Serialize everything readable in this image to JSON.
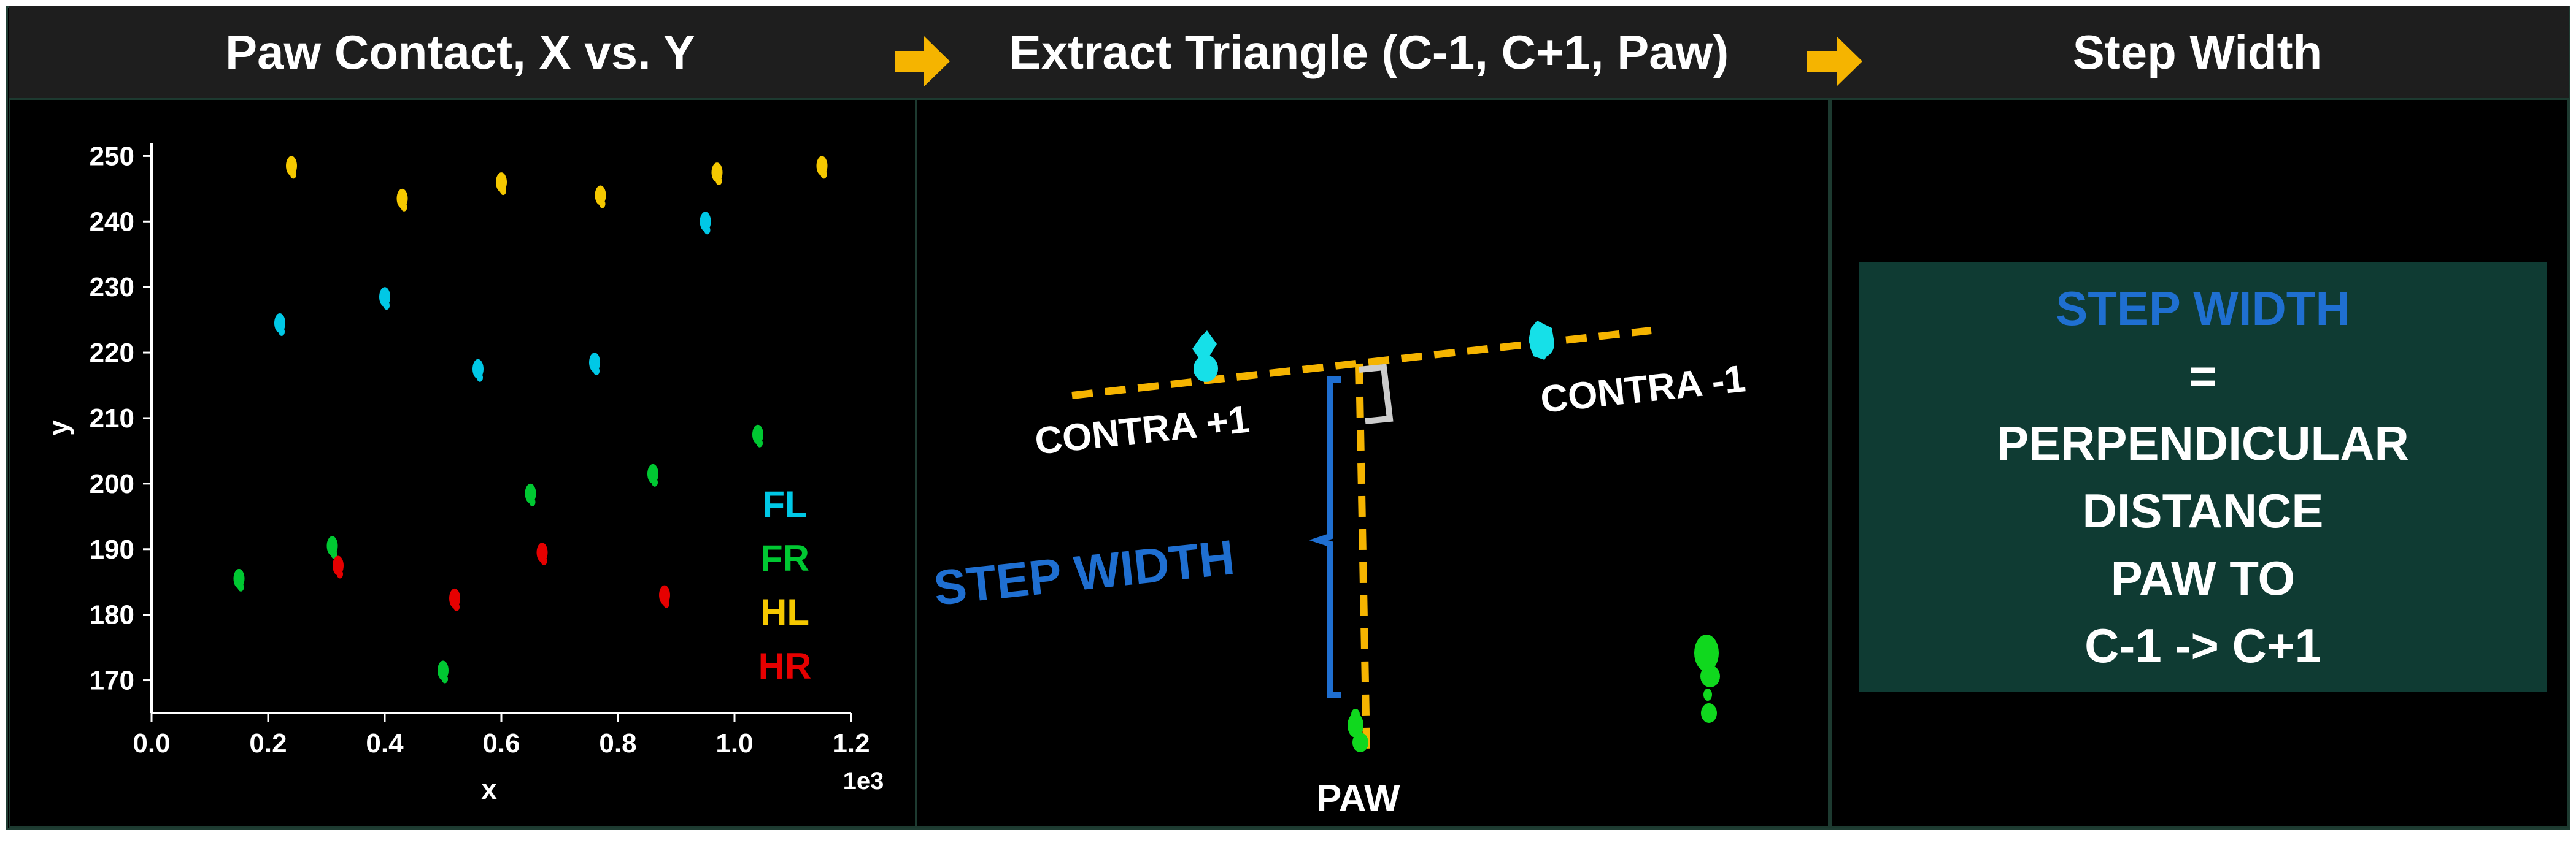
{
  "headers": {
    "panel1": "Paw Contact, X vs. Y",
    "panel2": "Extract Triangle (C-1, C+1, Paw)",
    "panel3": "Step Width"
  },
  "arrow_color": "#f5b400",
  "chart_data": {
    "type": "scatter",
    "title": "",
    "xlabel": "x",
    "ylabel": "y",
    "x_unit_note": "1e3",
    "xlim": [
      0.0,
      1.2
    ],
    "ylim": [
      165,
      252
    ],
    "xticks": [
      "0.0",
      "0.2",
      "0.4",
      "0.6",
      "0.8",
      "1.0",
      "1.2"
    ],
    "yticks": [
      "170",
      "180",
      "190",
      "200",
      "210",
      "220",
      "230",
      "240",
      "250"
    ],
    "legend_position": "lower-right",
    "series": [
      {
        "name": "FL",
        "color": "#00c8e6",
        "points": [
          [
            0.22,
            224.5
          ],
          [
            0.4,
            228.5
          ],
          [
            0.56,
            217.5
          ],
          [
            0.76,
            218.5
          ],
          [
            0.95,
            240
          ]
        ]
      },
      {
        "name": "FR",
        "color": "#00c832",
        "points": [
          [
            0.15,
            185.5
          ],
          [
            0.31,
            190.5
          ],
          [
            0.5,
            171.5
          ],
          [
            0.65,
            198.5
          ],
          [
            0.86,
            201.5
          ],
          [
            1.04,
            207.5
          ]
        ]
      },
      {
        "name": "HL",
        "color": "#f5c800",
        "points": [
          [
            0.24,
            248.5
          ],
          [
            0.43,
            243.5
          ],
          [
            0.6,
            246
          ],
          [
            0.77,
            244
          ],
          [
            0.97,
            247.5
          ],
          [
            1.15,
            248.5
          ]
        ]
      },
      {
        "name": "HR",
        "color": "#e60000",
        "points": [
          [
            0.32,
            187.5
          ],
          [
            0.52,
            182.5
          ],
          [
            0.67,
            189.5
          ],
          [
            0.88,
            183
          ]
        ]
      }
    ]
  },
  "diagram": {
    "contra_plus_label": "CONTRA +1",
    "contra_minus_label": "CONTRA -1",
    "paw_label": "PAW",
    "step_width_label": "STEP WIDTH"
  },
  "definition": {
    "line1": "STEP WIDTH",
    "line2": "=",
    "line3": "PERPENDICULAR",
    "line4": "DISTANCE",
    "line5": "PAW TO",
    "line6": "C-1 -> C+1"
  }
}
